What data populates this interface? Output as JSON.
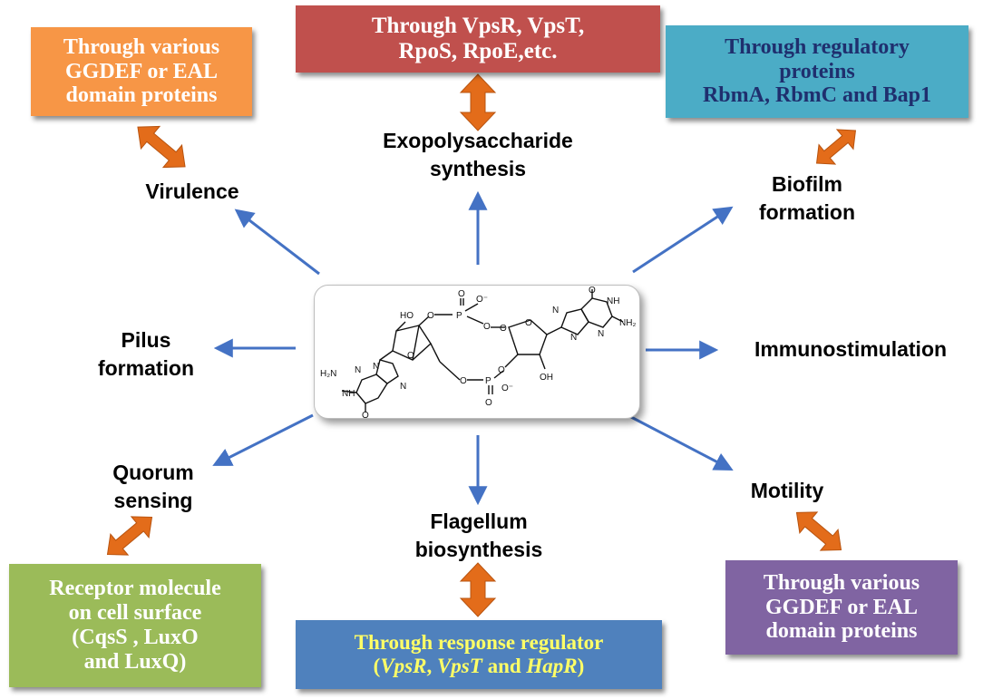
{
  "nodes": {
    "virulence": [
      "Virulence"
    ],
    "exopolysaccharide": [
      "Exopolysaccharide",
      "synthesis"
    ],
    "biofilm": [
      "Biofilm",
      "formation"
    ],
    "pilus": [
      "Pilus",
      "formation"
    ],
    "immuno": [
      "Immunostimulation"
    ],
    "quorum": [
      "Quorum",
      "sensing"
    ],
    "flagellum": [
      "Flagellum",
      "biosynthesis"
    ],
    "motility": [
      "Motility"
    ]
  },
  "boxes": {
    "virulence_box": [
      "Through various",
      "GGDEF or EAL",
      "domain proteins"
    ],
    "exo_box": [
      "Through VpsR, VpsT,",
      "RpoS, RpoE,etc."
    ],
    "biofilm_box": [
      "Through regulatory",
      "proteins",
      "RbmA, RbmC and Bap1"
    ],
    "motility_box": [
      "Through various",
      "GGDEF or EAL",
      "domain proteins"
    ],
    "quorum_box": [
      "Receptor molecule",
      "on cell surface",
      "(CqsS , LuxO",
      "and LuxQ)"
    ],
    "flagellum_box": {
      "line1": "Through response regulator",
      "open": "(",
      "v1": "VpsR",
      "sep1": ", ",
      "v2": "VpsT",
      "sep2": " and ",
      "v3": "HapR",
      "close": ")"
    }
  },
  "molecule": {
    "atoms": {
      "ho": "HO",
      "o1": "O",
      "p1": "P",
      "o_minus1": "O⁻",
      "o2": "O",
      "o3": "O",
      "n_top": "N",
      "o_top": "O",
      "nh_top": "NH",
      "n_top2": "N",
      "n_top3": "N",
      "nh2_top": "NH₂",
      "h2n_bottom": "H₂N",
      "n_b1": "N",
      "nh_b": "NH",
      "n_b2": "N",
      "n_b3": "N",
      "o_bottom": "O",
      "o4": "O",
      "o5": "O",
      "o6": "O",
      "p2": "P",
      "o_minus2": "O⁻",
      "o7": "O",
      "oh": "OH",
      "o8": "O",
      "o9": "O"
    }
  },
  "colors": {
    "arrow": "#4472c4",
    "double_arrow": "#e36c1a",
    "virulence_box": "#f79646",
    "exo_box": "#c0504d",
    "biofilm_box": "#4bacc6",
    "motility_box": "#8064a2",
    "quorum_box": "#9bbb59",
    "flagellum_box": "#4f81bd"
  }
}
